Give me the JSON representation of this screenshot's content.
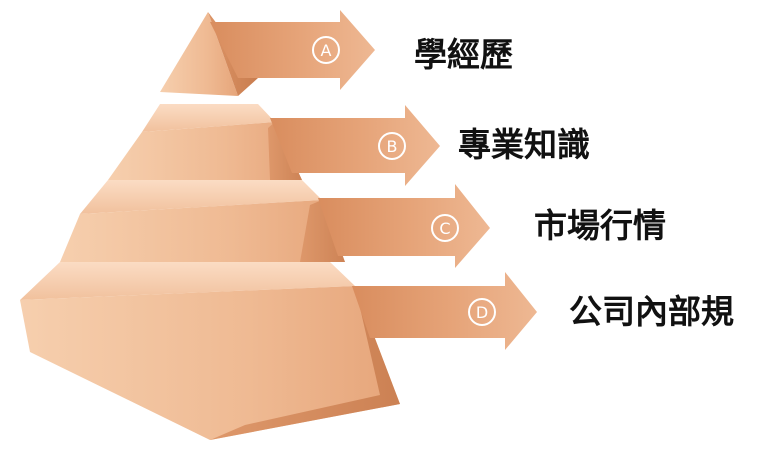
{
  "colors": {
    "face_light": "#f4c8a6",
    "face_mid": "#e9ab80",
    "face_dark": "#d28a5c",
    "arrow": "#e0976a",
    "arrow_dark": "#c87a4b",
    "badge_ring": "#ffffff",
    "label_text": "#111111"
  },
  "tiers": [
    {
      "badge": "A",
      "label": "學經歷"
    },
    {
      "badge": "B",
      "label": "專業知識"
    },
    {
      "badge": "C",
      "label": "市場行情"
    },
    {
      "badge": "D",
      "label": "公司內部規"
    }
  ]
}
